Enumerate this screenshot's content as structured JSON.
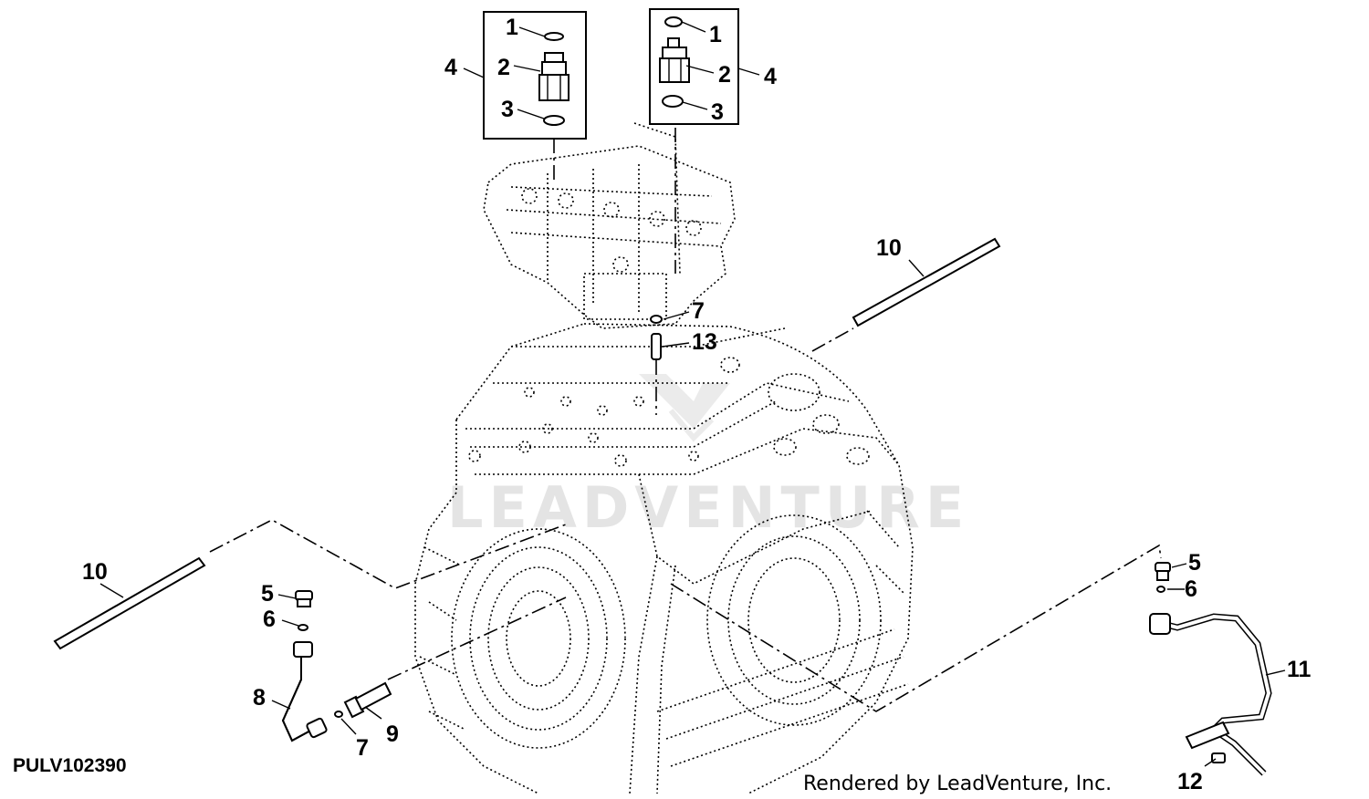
{
  "figure": {
    "id_label": "PULV102390",
    "credit": "Rendered by LeadVenture, Inc.",
    "watermark": "LEADVENTURE"
  },
  "callouts": [
    {
      "key": "c1a",
      "text": "1"
    },
    {
      "key": "c2a",
      "text": "2"
    },
    {
      "key": "c3a",
      "text": "3"
    },
    {
      "key": "c4a",
      "text": "4"
    },
    {
      "key": "c1b",
      "text": "1"
    },
    {
      "key": "c2b",
      "text": "2"
    },
    {
      "key": "c3b",
      "text": "3"
    },
    {
      "key": "c4b",
      "text": "4"
    },
    {
      "key": "c7a",
      "text": "7"
    },
    {
      "key": "c13",
      "text": "13"
    },
    {
      "key": "c10a",
      "text": "10"
    },
    {
      "key": "c10b",
      "text": "10"
    },
    {
      "key": "c5a",
      "text": "5"
    },
    {
      "key": "c6a",
      "text": "6"
    },
    {
      "key": "c8",
      "text": "8"
    },
    {
      "key": "c7b",
      "text": "7"
    },
    {
      "key": "c9",
      "text": "9"
    },
    {
      "key": "c5b",
      "text": "5"
    },
    {
      "key": "c6b",
      "text": "6"
    },
    {
      "key": "c11",
      "text": "11"
    },
    {
      "key": "c12",
      "text": "12"
    }
  ]
}
